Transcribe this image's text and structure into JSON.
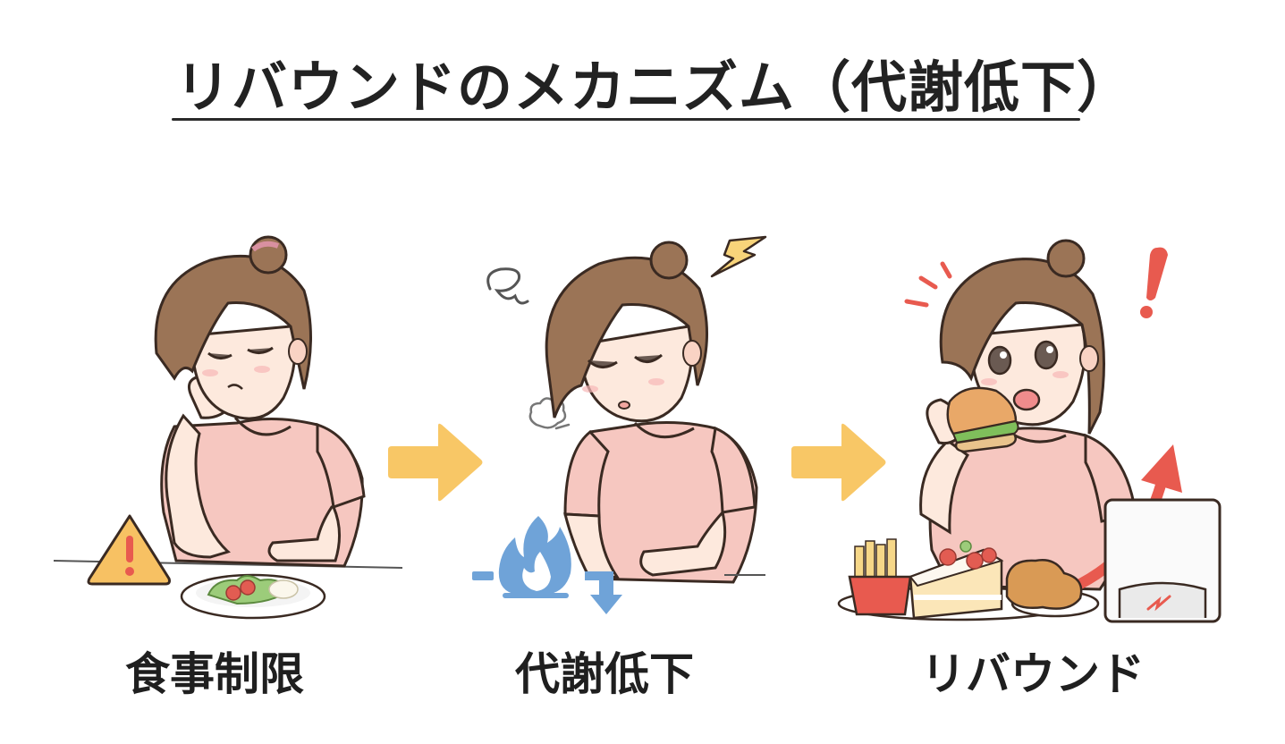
{
  "header": {
    "title": "リバウンドのメカニズム（代謝低下）"
  },
  "steps": [
    {
      "label": "食事制限",
      "scene": "woman resting cheek on hand, small salad plate, warning sign",
      "icons": [
        "warning-triangle-icon",
        "salad-plate"
      ]
    },
    {
      "label": "代謝低下",
      "scene": "tired woman sighing, dizzy swirl, lightning bolt, metabolism down",
      "icons": [
        "dizzy-swirl-icon",
        "lightning-icon",
        "sigh-puff-icon",
        "flame-down-icon"
      ]
    },
    {
      "label": "リバウンド",
      "scene": "woman eating hamburger, fries, cake, fried chicken, scale with rising arrows",
      "icons": [
        "exclamation-icon",
        "hamburger",
        "fries",
        "cake",
        "fried-chicken",
        "scale-icon",
        "rising-arrow-icon"
      ]
    }
  ],
  "flow": {
    "arrows": 2,
    "arrow_color": "#f8c766"
  },
  "colors": {
    "hair": "#9b7456",
    "skin": "#fde9dd",
    "shirt": "#f6c7c0",
    "outline": "#3a2a22",
    "warning_fill": "#f7c163",
    "alert_red": "#e85a4f",
    "flame_blue": "#6fa3d8",
    "text": "#1f1f1f"
  }
}
